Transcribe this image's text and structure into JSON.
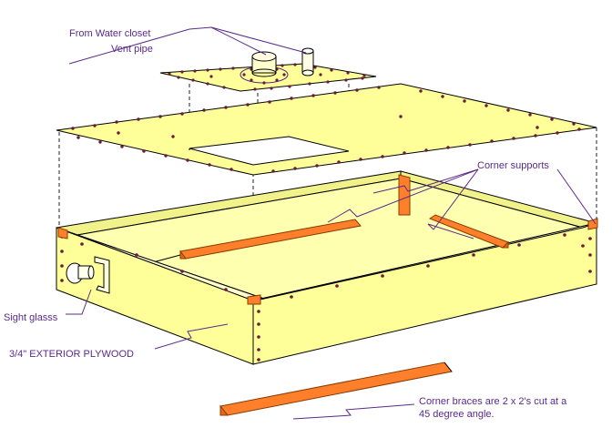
{
  "labels": {
    "from_water_closet": "From Water closet",
    "vent_pipe": "Vent pipe",
    "corner_supports": "Corner supports",
    "sight_glass": "Sight glasss",
    "plywood": "3/4\" EXTERIOR PLYWOOD",
    "braces_line1": "Corner braces are 2 x 2's cut at a",
    "braces_line2": "45 degree angle."
  },
  "colors": {
    "plywood": "#ffff99",
    "brace": "#ff7f2a",
    "screw_dots": "#6a1a3a",
    "label_text": "#5a2a8a"
  }
}
